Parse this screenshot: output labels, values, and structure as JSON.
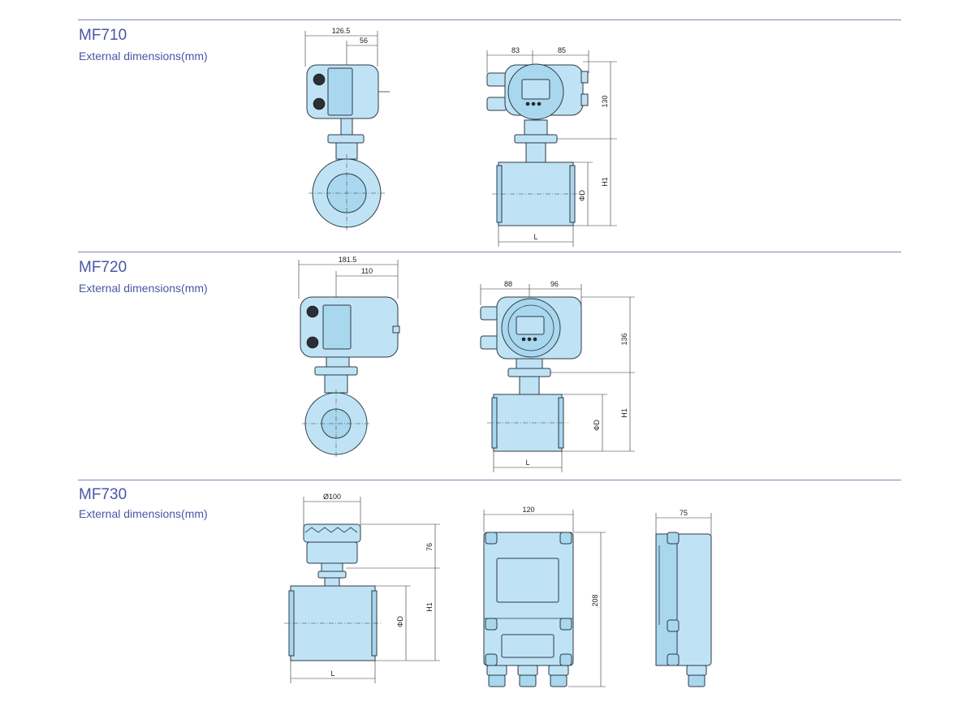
{
  "sections": [
    {
      "model": "MF710",
      "subtitle": "External dimensions(mm)",
      "dims": {
        "side_total": "126.5",
        "side_part": "56",
        "front_left": "83",
        "front_right": "85",
        "height_head": "130",
        "height_h1": "H1",
        "diameter": "ΦD",
        "length": "L"
      }
    },
    {
      "model": "MF720",
      "subtitle": "External dimensions(mm)",
      "dims": {
        "side_total": "181.5",
        "side_part": "110",
        "front_left": "88",
        "front_right": "96",
        "height_head": "136",
        "height_h1": "H1",
        "diameter": "ΦD",
        "length": "L"
      }
    },
    {
      "model": "MF730",
      "subtitle": "External dimensions(mm)",
      "dims": {
        "head_diameter": "Ø100",
        "head_height": "76",
        "height_h1": "H1",
        "diameter": "ΦD",
        "length": "L",
        "box_width": "120",
        "box_height": "208",
        "box_depth": "75"
      }
    }
  ],
  "colors": {
    "accent": "#4a55a6",
    "divider": "#7d85b8",
    "body_fill": "#bfe3f5"
  }
}
